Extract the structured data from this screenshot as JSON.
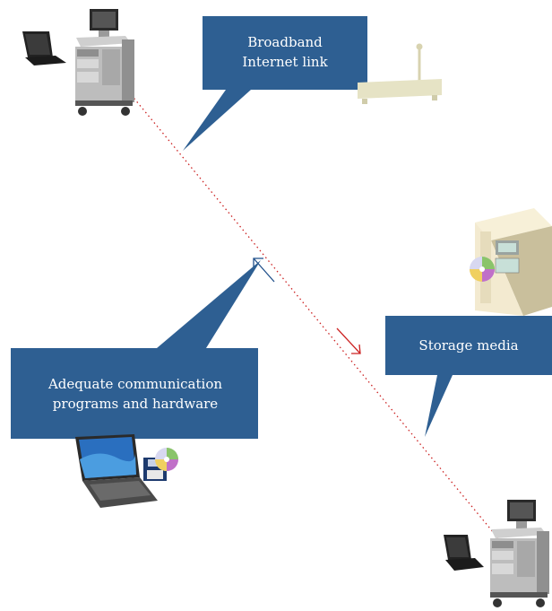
{
  "callouts": {
    "broadband": {
      "line1": "Broadband",
      "line2": "Internet link"
    },
    "storage": {
      "label": "Storage media"
    },
    "adequate": {
      "line1": "Adequate communication",
      "line2": "programs and hardware"
    }
  },
  "colors": {
    "callout_fill": "#2e5f92",
    "link_dotted": "#cc2222",
    "arrow_blue": "#1f4f8a",
    "arrow_red": "#cc2222",
    "router": "#e6e3c5",
    "server_body": "#f3ead0",
    "laptop_screen": "#2a6fbf"
  },
  "icons": [
    "laptop-icon",
    "ultrasound-machine-icon",
    "router-icon",
    "storage-server-icon",
    "cd-disc-icon",
    "floppy-disk-icon"
  ]
}
